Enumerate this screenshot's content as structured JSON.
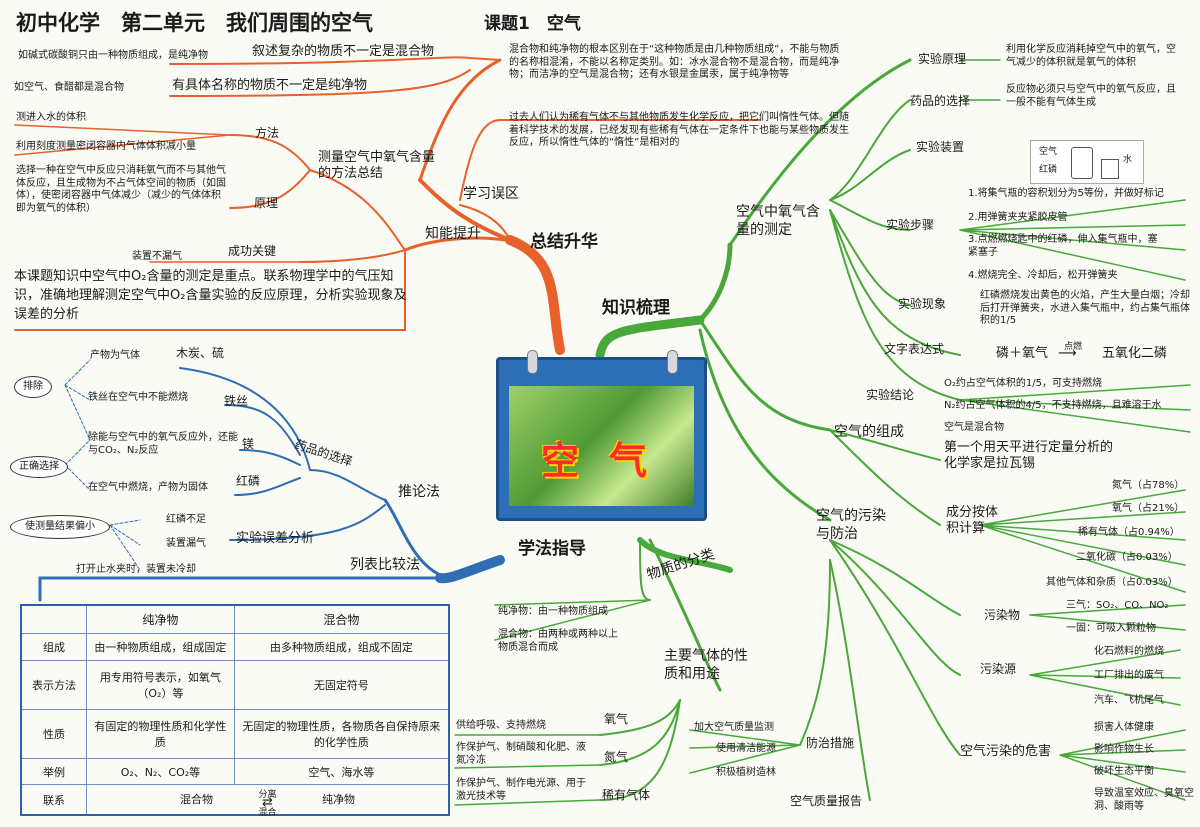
{
  "header": {
    "title": "初中化学　第二单元　我们周围的空气",
    "lesson": "课题1　空气"
  },
  "center": {
    "label": "空气"
  },
  "branches": {
    "summary": "总结升华",
    "knowledge": "知识梳理",
    "method": "学法指导",
    "classify": "物质的分类"
  },
  "summary": {
    "mistakes_label": "学习误区",
    "improve_label": "知能提升",
    "m1_title": "叙述复杂的物质不一定是混合物",
    "m1_note": "如碱式碳酸铜只由一种物质组成，是纯净物",
    "m2_title": "有具体名称的物质不一定是纯净物",
    "m2_note": "如空气、食醋都是混合物",
    "m3_note": "混合物和纯净物的根本区别在于“这种物质是由几种物质组成”，不能与物质的名称相混淆，不能以名称定类别。如：冰水混合物不是混合物，而是纯净物；而洁净的空气是混合物；还有水银是金属汞，属于纯净物等",
    "m4_note": "过去人们认为稀有气体不与其他物质发生化学反应，把它们叫惰性气体。但随着科学技术的发展，已经发现有些稀有气体在一定条件下也能与某些物质发生反应，所以惰性气体的“惰性”是相对的",
    "measure_title": "测量空气中氧气含量的方法总结",
    "method_label": "方法",
    "method_note1": "测进入水的体积",
    "method_note2": "利用刻度测量密闭容器内气体体积减小量",
    "principle_label": "原理",
    "principle_note": "选择一种在空气中反应只消耗氧气而不与其他气体反应，且生成物为不占气体空间的物质（如固体），使密闭容器中气体减少（减少的气体体积即为氧气的体积）",
    "key_label": "成功关键",
    "key_note": "装置不漏气",
    "conclusion": "本课题知识中空气中O₂含量的测定是重点。联系物理学中的气压知识，准确地理解测定空气中O₂含量实验的反应原理，分析实验现象及误差的分析"
  },
  "reasoning": {
    "label": "推论法",
    "reagent_label": "药品的选择",
    "exclude": "排除",
    "correct": "正确选择",
    "charcoal": "木炭、硫",
    "charcoal_note": "产物为气体",
    "iron": "铁丝",
    "iron_note": "铁丝在空气中不能燃烧",
    "mg": "镁",
    "mg_note": "除能与空气中的氧气反应外，还能与CO₂、N₂反应",
    "p": "红磷",
    "p_note": "在空气中燃烧，产物为固体",
    "error_label": "实验误差分析",
    "low": "使测量结果偏小",
    "low_1": "红磷不足",
    "low_2": "装置漏气",
    "low_3": "打开止水夹时，装置未冷却",
    "compare_label": "列表比较法"
  },
  "table": {
    "head": [
      "",
      "纯净物",
      "混合物"
    ],
    "rows": [
      [
        "组成",
        "由一种物质组成，组成固定",
        "由多种物质组成，组成不固定"
      ],
      [
        "表示方法",
        "用专用符号表示，如氧气（O₂）等",
        "无固定符号"
      ],
      [
        "性质",
        "有固定的物理性质和化学性质",
        "无固定的物理性质，各物质各自保持原来的化学性质"
      ],
      [
        "举例",
        "O₂、N₂、CO₂等",
        "空气、海水等"
      ],
      [
        "联系",
        "混合物",
        "纯净物"
      ]
    ],
    "arrow_top": "分离",
    "arrow_bottom": "混合"
  },
  "classify": {
    "pure": "纯净物：由一种物质组成",
    "mix": "混合物：由两种或两种以上物质混合而成"
  },
  "gases": {
    "label": "主要气体的性质和用途",
    "o2": "氧气",
    "o2_note": "供给呼吸、支持燃烧",
    "n2": "氮气",
    "n2_note": "作保护气、制硝酸和化肥、液氮冷冻",
    "rare": "稀有气体",
    "rare_note": "作保护气、制作电光源、用于激光技术等"
  },
  "measure": {
    "label": "空气中氧气含量的测定",
    "principle": "实验原理",
    "principle_note": "利用化学反应消耗掉空气中的氧气，空气减少的体积就是氧气的体积",
    "reagent": "药品的选择",
    "reagent_note": "反应物必须只与空气中的氧气反应，且一般不能有气体生成",
    "device": "实验装置",
    "device_air": "空气",
    "device_p": "红磷",
    "device_water": "水",
    "steps": "实验步骤",
    "step1": "1.将集气瓶的容积划分为5等份，并做好标记",
    "step2": "2.用弹簧夹夹紧胶皮管",
    "step3": "3.点燃燃烧匙中的红磷，伸入集气瓶中，塞紧塞子",
    "step4": "4.燃烧完全、冷却后，松开弹簧夹",
    "phenomenon": "实验现象",
    "phenomenon_note": "红磷燃烧发出黄色的火焰，产生大量白烟；冷却后打开弹簧夹，水进入集气瓶中，约占集气瓶体积的1/5",
    "word_eq": "文字表达式",
    "eq_left": "磷＋氧气",
    "eq_cond": "点燃",
    "eq_right": "五氧化二磷",
    "conclusion": "实验结论",
    "c1": "O₂约占空气体积的1/5，可支持燃烧",
    "c2": "N₂约占空气体积的4/5，不支持燃烧，且难溶于水",
    "c3": "空气是混合物"
  },
  "composition": {
    "label": "空气的组成",
    "history": "第一个用天平进行定量分析的化学家是拉瓦锡",
    "volume": "成分按体积计算",
    "n2": "氮气（占78%）",
    "o2": "氧气（占21%）",
    "rare": "稀有气体（占0.94%）",
    "co2": "二氧化碳（占0.03%）",
    "other": "其他气体和杂质（占0.03%）"
  },
  "pollution": {
    "label": "空气的污染与防治",
    "pollutants": "污染物",
    "p1": "三气：SO₂、CO、NO₂",
    "p2": "一固：可吸入颗粒物",
    "sources": "污染源",
    "s1": "化石燃料的燃烧",
    "s2": "工厂排出的废气",
    "s3": "汽车、飞机尾气",
    "hazards": "空气污染的危害",
    "h1": "损害人体健康",
    "h2": "影响作物生长",
    "h3": "破坏生态平衡",
    "h4": "导致温室效应、臭氧空洞、酸雨等",
    "prevent": "防治措施",
    "m1": "加大空气质量监测",
    "m2": "使用清洁能源",
    "m3": "积极植树造林",
    "report": "空气质量报告"
  },
  "colors": {
    "orange": "#e8612a",
    "blue": "#2f6db5",
    "green": "#49a83a"
  }
}
